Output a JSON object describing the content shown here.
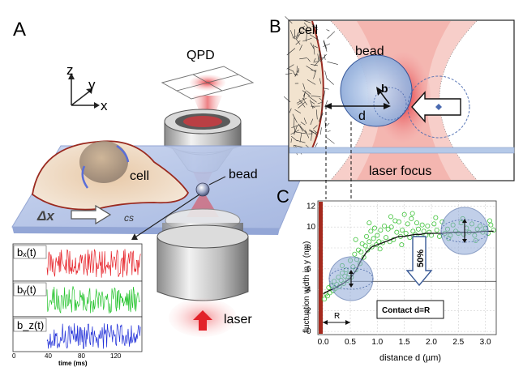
{
  "panels": {
    "a": "A",
    "b": "B",
    "c": "C"
  },
  "panel_a": {
    "qpd": "QPD",
    "axis_z": "z",
    "axis_y": "y",
    "axis_x": "x",
    "cell": "cell",
    "bead": "bead",
    "delta_x": "Δx",
    "cs": "cs",
    "laser": "laser",
    "trace_bx": "bₓ(t)",
    "trace_by": "bᵧ(t)",
    "trace_bz": "b_z(t)",
    "time_axis_label": "time (ms)",
    "time_ticks": [
      "0",
      "40",
      "80",
      "120"
    ]
  },
  "panel_b": {
    "cell": "cell",
    "bead": "bead",
    "b": "b",
    "d": "d",
    "laser_focus": "laser focus"
  },
  "chart_data": {
    "type": "scatter",
    "xlabel": "distance d (µm)",
    "ylabel": "fluctuation width in y (nm)",
    "xlim": [
      -0.1,
      3.2
    ],
    "ylim": [
      -0.3,
      12.5
    ],
    "xticks": [
      "0.0",
      "0.5",
      "1.0",
      "1.5",
      "2.0",
      "2.5",
      "3.0"
    ],
    "yticks": [
      "0",
      "2",
      "4",
      "6",
      "8",
      "10",
      "12"
    ],
    "fit": {
      "x": [
        0.0,
        0.1,
        0.2,
        0.3,
        0.4,
        0.5,
        0.6,
        0.7,
        0.8,
        0.9,
        1.0,
        1.1,
        1.2,
        1.3,
        1.4,
        1.5,
        1.6,
        1.7,
        1.8,
        1.9,
        2.0,
        2.2,
        2.4,
        2.6,
        2.8,
        3.0,
        3.15
      ],
      "y": [
        3.6,
        3.9,
        4.1,
        4.4,
        4.7,
        5.1,
        5.8,
        6.8,
        7.6,
        8.1,
        8.3,
        8.5,
        8.7,
        8.9,
        9.1,
        9.1,
        9.2,
        9.3,
        9.3,
        9.4,
        9.4,
        9.4,
        9.5,
        9.5,
        9.5,
        9.6,
        9.6
      ]
    },
    "points": {
      "x": [
        0.02,
        0.05,
        0.08,
        0.1,
        0.12,
        0.15,
        0.18,
        0.2,
        0.22,
        0.25,
        0.28,
        0.3,
        0.33,
        0.35,
        0.38,
        0.4,
        0.42,
        0.45,
        0.48,
        0.5,
        0.52,
        0.55,
        0.58,
        0.6,
        0.62,
        0.65,
        0.68,
        0.7,
        0.72,
        0.75,
        0.78,
        0.8,
        0.82,
        0.85,
        0.88,
        0.9,
        0.93,
        0.95,
        0.98,
        1.0,
        1.03,
        1.06,
        1.1,
        1.13,
        1.16,
        1.2,
        1.23,
        1.26,
        1.3,
        1.33,
        1.36,
        1.4,
        1.43,
        1.46,
        1.5,
        1.53,
        1.56,
        1.6,
        1.63,
        1.66,
        1.7,
        1.73,
        1.76,
        1.8,
        1.83,
        1.86,
        1.9,
        1.93,
        1.96,
        2.0,
        2.05,
        2.1,
        2.15,
        2.2,
        2.25,
        2.3,
        2.35,
        2.4,
        2.45,
        2.5,
        2.55,
        2.6,
        2.65,
        2.7,
        2.75,
        2.8,
        2.85,
        2.9,
        2.95,
        3.0,
        3.05,
        3.1,
        3.15,
        0.35,
        0.6,
        0.85,
        1.05,
        1.25,
        1.45,
        1.65,
        1.85,
        2.08,
        2.32,
        2.58,
        2.82,
        3.08
      ],
      "y": [
        3.1,
        3.6,
        3.4,
        4.2,
        3.7,
        4.4,
        3.9,
        4.8,
        4.1,
        4.5,
        5.2,
        4.3,
        4.9,
        5.6,
        4.6,
        5.3,
        5.9,
        4.9,
        5.5,
        6.8,
        5.2,
        6.2,
        7.4,
        5.9,
        6.9,
        7.8,
        6.5,
        7.6,
        8.4,
        7.1,
        8.2,
        9.1,
        7.8,
        8.6,
        9.6,
        8.1,
        8.9,
        9.9,
        8.3,
        9.2,
        8.6,
        9.7,
        8.5,
        10.1,
        9.0,
        9.8,
        8.6,
        10.0,
        8.8,
        10.6,
        9.5,
        10.5,
        9.1,
        9.7,
        11.2,
        9.4,
        10.3,
        9.0,
        10.8,
        9.6,
        9.3,
        10.4,
        9.8,
        9.1,
        10.2,
        9.6,
        9.2,
        10.1,
        9.5,
        9.2,
        10.3,
        9.7,
        9.1,
        10.5,
        9.4,
        9.8,
        9.2,
        10.2,
        9.6,
        9.4,
        10.4,
        9.3,
        9.9,
        9.5,
        10.3,
        9.2,
        9.8,
        10.1,
        9.5,
        9.9,
        9.4,
        10.2,
        9.7,
        6.3,
        8.8,
        10.4,
        7.9,
        11.0,
        8.3,
        11.3,
        8.4,
        10.9,
        8.9,
        10.8,
        8.7,
        10.6
      ]
    },
    "annotations": {
      "r_label": "R",
      "percent": "50%",
      "contact": "Contact d=R"
    }
  }
}
